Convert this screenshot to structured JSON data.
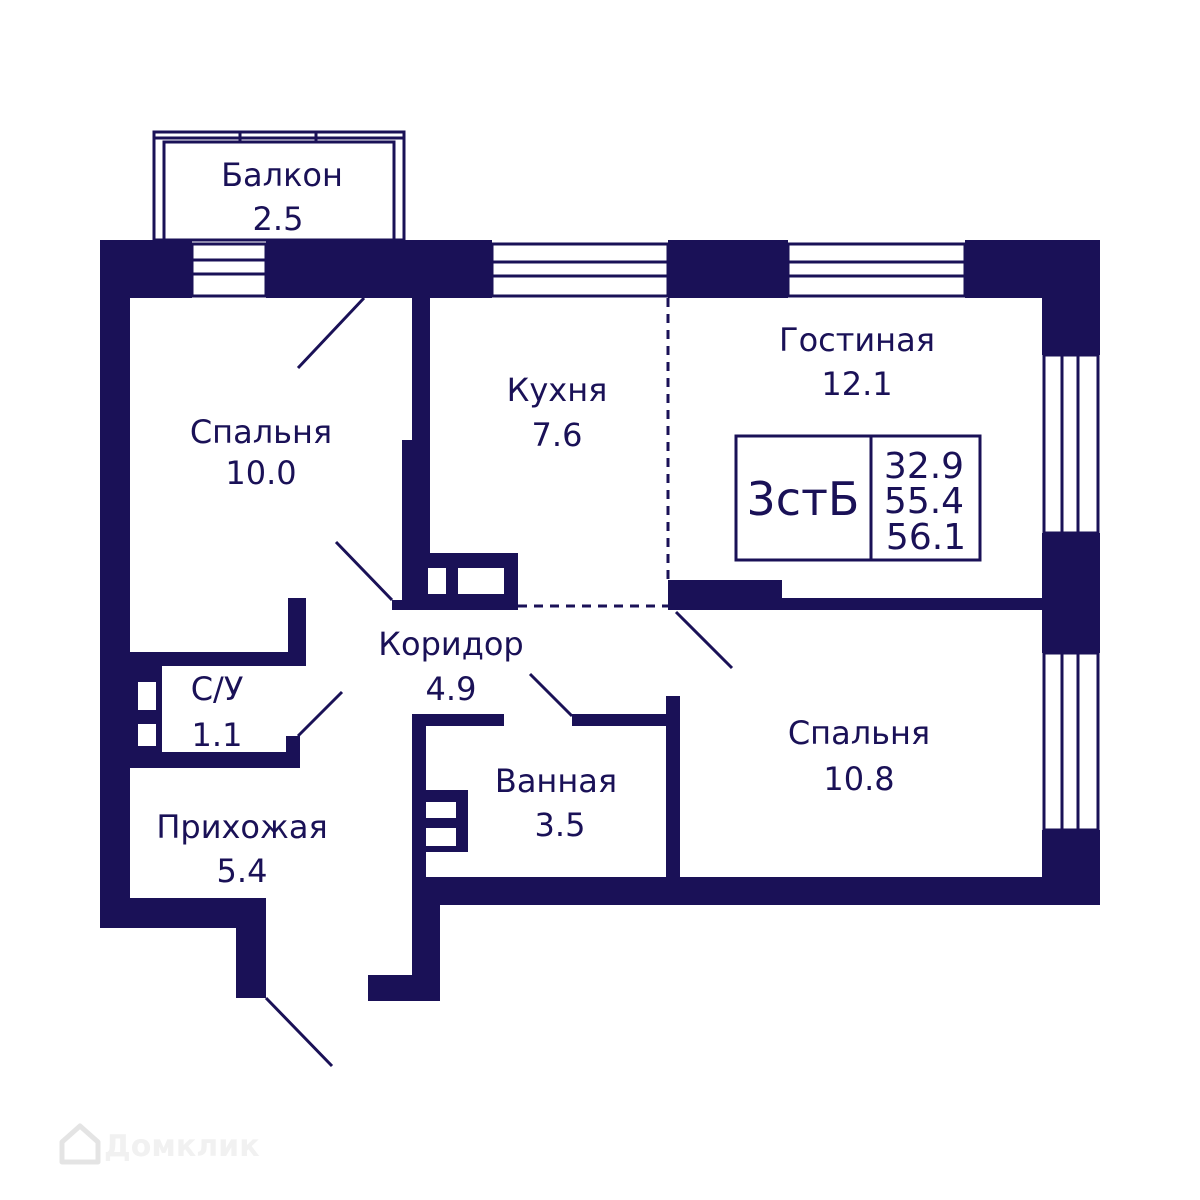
{
  "colors": {
    "wall": "#1a1157",
    "background": "#ffffff",
    "watermark": "#cfcfcf"
  },
  "rooms": {
    "balcony": {
      "name": "Балкон",
      "area": "2.5"
    },
    "bedroom1": {
      "name": "Спальня",
      "area": "10.0"
    },
    "kitchen": {
      "name": "Кухня",
      "area": "7.6"
    },
    "living": {
      "name": "Гостиная",
      "area": "12.1"
    },
    "corridor": {
      "name": "Коридор",
      "area": "4.9"
    },
    "wc": {
      "name": "С/У",
      "area": "1.1"
    },
    "bathroom": {
      "name": "Ванная",
      "area": "3.5"
    },
    "bedroom2": {
      "name": "Спальня",
      "area": "10.8"
    },
    "hall": {
      "name": "Прихожая",
      "area": "5.4"
    }
  },
  "summary": {
    "type_code": "3стБ",
    "areas": [
      "32.9",
      "55.4",
      "56.1"
    ]
  },
  "watermark": {
    "text": "Домклик",
    "icon": "house-logo-icon"
  }
}
